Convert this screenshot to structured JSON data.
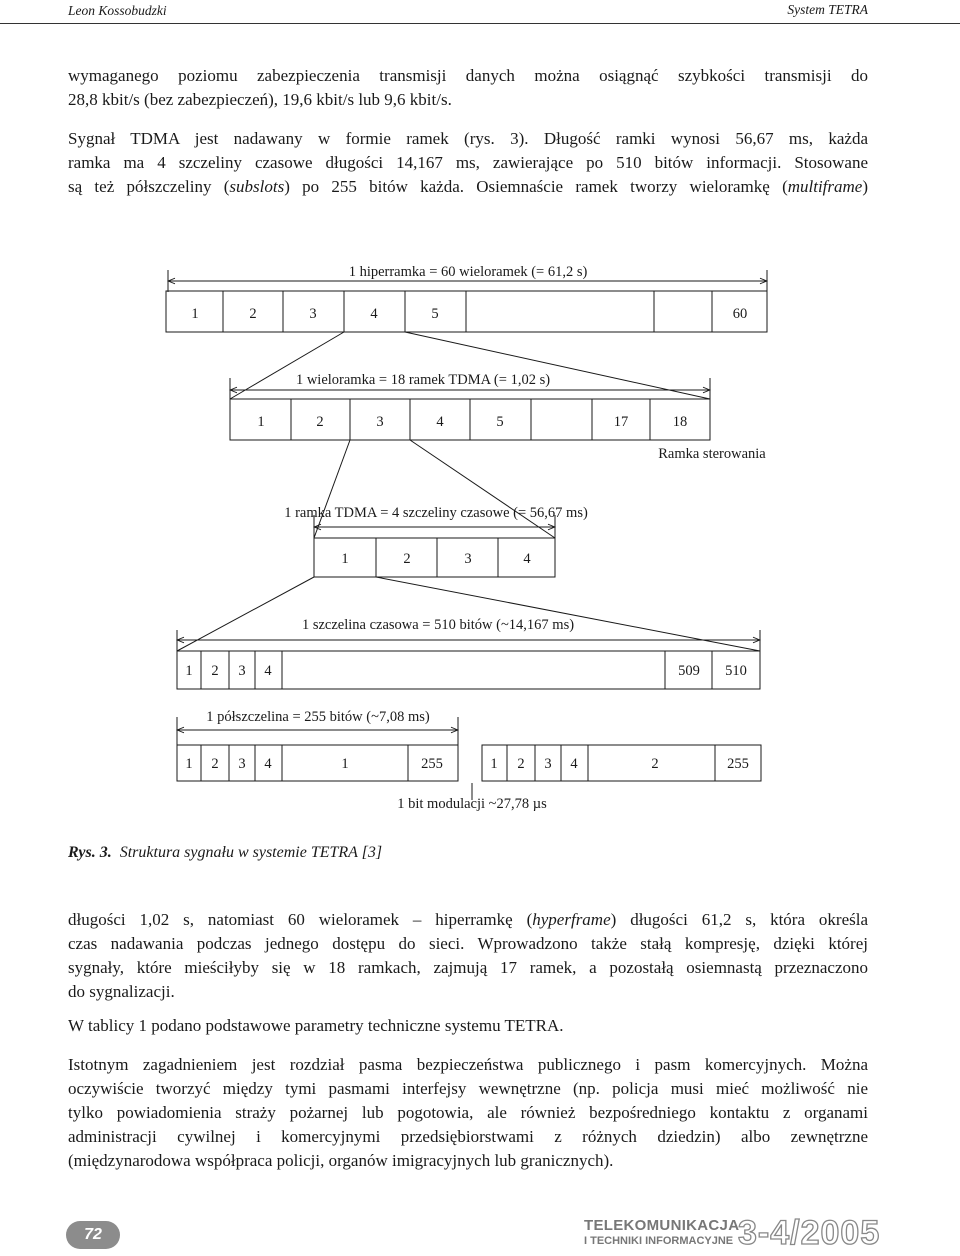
{
  "header": {
    "author": "Leon Kossobudzki",
    "title": "System TETRA"
  },
  "para1": [
    "wymaganego poziomu zabezpieczenia transmisji danych można osiągnąć szybkości transmisji do",
    "28,8 kbit/s (bez zabezpieczeń), 19,6 kbit/s lub 9,6 kbit/s."
  ],
  "para2": [
    "Sygnał TDMA jest nadawany w formie ramek (rys. 3). Długość ramki wynosi 56,67 ms, każda",
    "ramka ma 4 szczeliny czasowe długości 14,167 ms, zawierające po 510 bitów informacji. Stosowane"
  ],
  "para2c": {
    "a": "są też półszczeliny (",
    "b": "subslots",
    "c": ") po 255 bitów każda. Osiemnaście ramek tworzy wieloramkę (",
    "d": "multiframe",
    "e": ")"
  },
  "figure": {
    "hyperframe_label": "1 hiperramka = 60 wieloramek (= 61,2 s)",
    "hyperframe_cells": [
      "1",
      "2",
      "3",
      "4",
      "5",
      "60"
    ],
    "multiframe_label": "1 wieloramka = 18 ramek TDMA (= 1,02 s)",
    "multiframe_cells": [
      "1",
      "2",
      "3",
      "4",
      "5",
      "17",
      "18"
    ],
    "control_frame_label": "Ramka sterowania",
    "tdma_label": "1 ramka TDMA = 4 szczeliny czasowe (= 56,67 ms)",
    "tdma_cells": [
      "1",
      "2",
      "3",
      "4"
    ],
    "slot_label": "1 szczelina czasowa = 510 bitów (~14,167 ms)",
    "slot_cells": [
      "1",
      "2",
      "3",
      "4",
      "509",
      "510"
    ],
    "subslot_label": "1 półszczelina = 255 bitów (~7,08 ms)",
    "subslot1_cells": [
      "1",
      "2",
      "3",
      "4",
      "1",
      "255"
    ],
    "subslot2_cells": [
      "1",
      "2",
      "3",
      "4",
      "2",
      "255"
    ],
    "bit_label": "1 bit modulacji ~27,78 µs"
  },
  "caption": {
    "number": "Rys. 3.",
    "text": "Struktura sygnału w systemie TETRA [3]"
  },
  "para3": {
    "l1a": "długości 1,02 s, natomiast 60 wieloramek – hiperramkę (",
    "l1b": "hyperframe",
    "l1c": ") długości 61,2 s, która określa",
    "l2": "czas nadawania podczas jednego dostępu do sieci. Wprowadzono także stałą kompresję, dzięki której",
    "l3": "sygnały, które mieściłyby się w 18 ramkach, zajmują 17 ramek, a pozostałą osiemnastą przeznaczono",
    "l4": "do sygnalizacji."
  },
  "para4": "W tablicy 1 podano podstawowe parametry techniczne systemu TETRA.",
  "para5": [
    "Istotnym zagadnieniem jest rozdział pasma bezpieczeństwa publicznego i pasm komercyjnych. Można",
    "oczywiście tworzyć między tymi pasmami interfejsy wewnętrzne (np. policja musi mieć możliwość nie",
    "tylko powiadomienia straży pożarnej lub pogotowia, ale również bezpośredniego kontaktu z organami",
    "administracji cywilnej i komercyjnymi przedsiębiorstwami z różnych dziedzin) albo zewnętrzne",
    "(międzynarodowa współpraca policji, organów imigracyjnych lub granicznych)."
  ],
  "footer": {
    "page_number": "72",
    "publication_line1": "TELEKOMUNIKACJA",
    "publication_line2": "I TECHNIKI INFORMACYJNE",
    "issue": "3-4/2005"
  }
}
